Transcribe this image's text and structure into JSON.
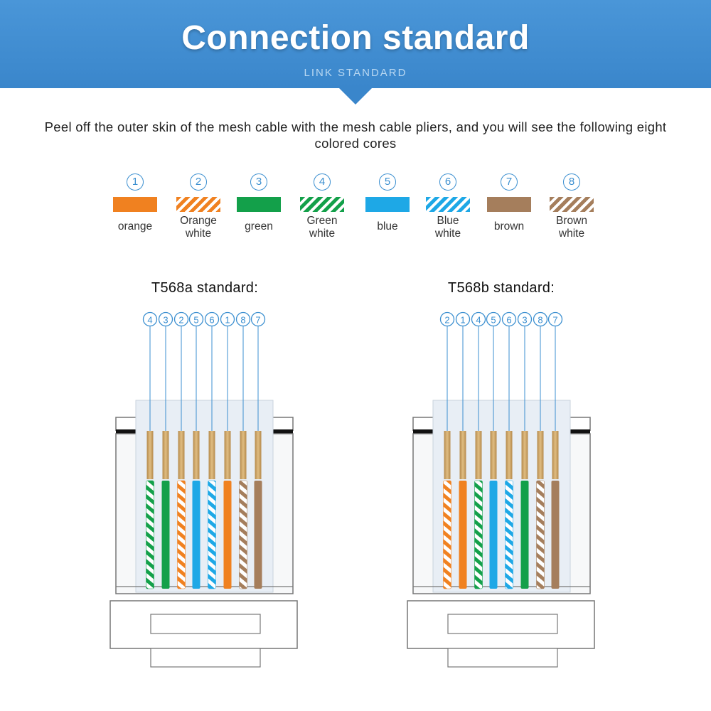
{
  "header": {
    "title": "Connection standard",
    "subtitle": "LINK STANDARD"
  },
  "intro_text": "Peel off the outer skin of the mesh cable with the mesh cable pliers, and you will see the following eight colored cores",
  "colors": {
    "orange": "#f08120",
    "green": "#13a04a",
    "blue": "#1ea8e6",
    "brown": "#a57e5c",
    "banner": "#3a86cb",
    "number_blue": "#3b8fd0"
  },
  "cores": [
    {
      "num": "①",
      "label": "orange",
      "color": "#f08120",
      "striped": false
    },
    {
      "num": "②",
      "label": "Orange\nwhite",
      "color": "#f08120",
      "striped": true
    },
    {
      "num": "③",
      "label": "green",
      "color": "#13a04a",
      "striped": false
    },
    {
      "num": "④",
      "label": "Green\nwhite",
      "color": "#13a04a",
      "striped": true
    },
    {
      "num": "⑤",
      "label": "blue",
      "color": "#1ea8e6",
      "striped": false
    },
    {
      "num": "⑥",
      "label": "Blue\nwhite",
      "color": "#1ea8e6",
      "striped": true
    },
    {
      "num": "⑦",
      "label": "brown",
      "color": "#a57e5c",
      "striped": false
    },
    {
      "num": "⑧",
      "label": "Brown\nwhite",
      "color": "#a57e5c",
      "striped": true
    }
  ],
  "standards": [
    {
      "title": "T568a standard:",
      "order": [
        4,
        3,
        2,
        5,
        6,
        1,
        8,
        7
      ]
    },
    {
      "title": "T568b standard:",
      "order": [
        2,
        1,
        4,
        5,
        6,
        3,
        8,
        7
      ]
    }
  ]
}
